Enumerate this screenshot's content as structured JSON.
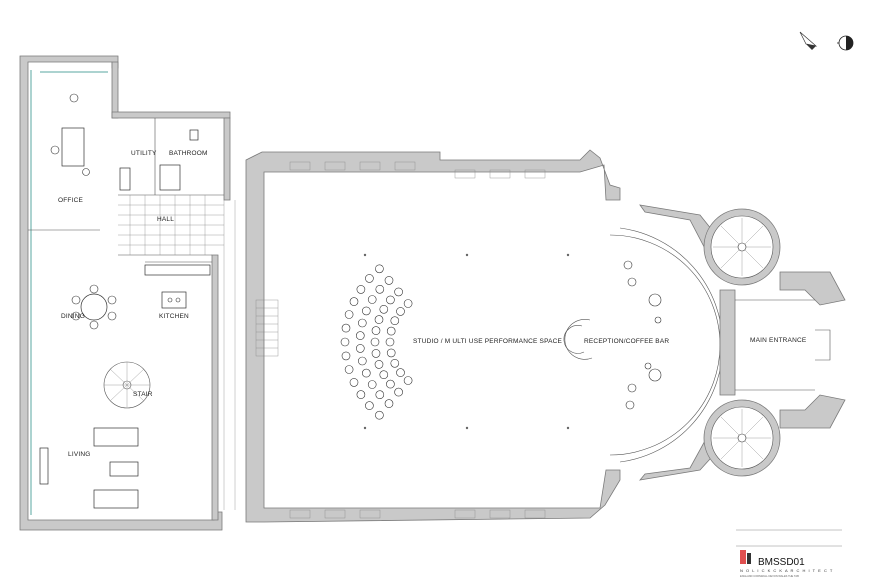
{
  "rooms": {
    "office": "OFFICE",
    "utility": "UTILITY",
    "bathroom": "BATHROOM",
    "hall": "HALL",
    "dining": "DINING",
    "kitchen": "KITCHEN",
    "stair": "STAIR",
    "living": "LIVING",
    "studio": "STUDIO / M ULTI USE PERFORMANCE SPACE",
    "reception": "RECEPTION/COFFEE BAR",
    "main_entrance": "MAIN ENTRANCE"
  },
  "title_block": {
    "drawing_no": "BMSSD01",
    "firm": "N  O  L  I  C  K  C  K   A R C H I T E C T",
    "address": "ENGLAND   CORNWALL   DEVON   WALES   THE TAB"
  },
  "colors": {
    "wall": "#c9c9c9",
    "glazing": "#5aa7a0",
    "accent": "#e05050"
  },
  "icons": [
    "north-arrow-icon",
    "compass-icon"
  ]
}
